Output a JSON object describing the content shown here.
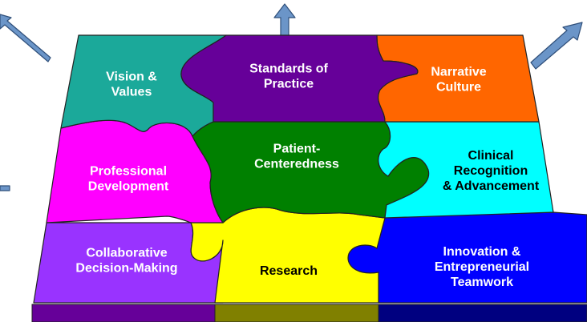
{
  "pieces": [
    {
      "id": "vision-values",
      "lines": [
        "Vision &",
        "Values"
      ],
      "color": "#1ba99a",
      "text_color": "#ffffff"
    },
    {
      "id": "standards-of-practice",
      "lines": [
        "Standards of",
        "Practice"
      ],
      "color": "#660099",
      "text_color": "#ffffff"
    },
    {
      "id": "narrative-culture",
      "lines": [
        "Narrative",
        "Culture"
      ],
      "color": "#ff6600",
      "text_color": "#ffffff"
    },
    {
      "id": "professional-development",
      "lines": [
        "Professional",
        "Development"
      ],
      "color": "#ff00ff",
      "text_color": "#ffffff"
    },
    {
      "id": "patient-centeredness",
      "lines": [
        "Patient-",
        "Centeredness"
      ],
      "color": "#008000",
      "text_color": "#ffffff"
    },
    {
      "id": "clinical-recognition",
      "lines": [
        "Clinical",
        "Recognition",
        "& Advancement"
      ],
      "color": "#00ffff",
      "text_color": "#000000"
    },
    {
      "id": "collaborative-decision-making",
      "lines": [
        "Collaborative",
        "Decision-Making"
      ],
      "color": "#9933ff",
      "text_color": "#ffffff"
    },
    {
      "id": "research",
      "lines": [
        "Research"
      ],
      "color": "#ffff00",
      "text_color": "#000000"
    },
    {
      "id": "innovation-teamwork",
      "lines": [
        "Innovation &",
        "Entrepreneurial",
        "Teamwork"
      ],
      "color": "#0000ff",
      "text_color": "#ffffff"
    }
  ],
  "base_colors": [
    "#660099",
    "#808000",
    "#000080"
  ],
  "arrow_color": "#6b95c8"
}
